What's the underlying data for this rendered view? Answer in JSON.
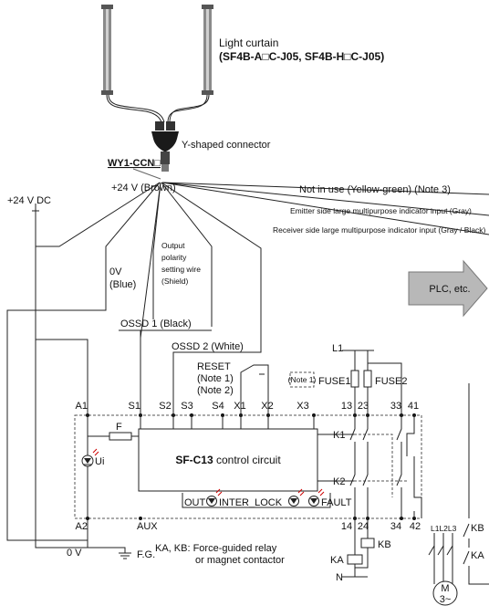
{
  "curtain_label": "Light curtain",
  "curtain_models": "(SF4B-A□C-J05, SF4B-H□C-J05)",
  "y_connector": "Y-shaped connector",
  "cable": "WY1-CCN□",
  "plus24_brown": "+24 V (Brown)",
  "plus24_dc": "+24 V DC",
  "w_yellow": "Not in use (Yellow-green) (Note 3)",
  "w_emitter": "Emitter side large multipurpose indicator input (Gray)",
  "w_receiver": "Receiver side large multipurpose indicator input (Gray / Black)",
  "zero_v": "0V",
  "blue": "(Blue)",
  "polarity": [
    "Output",
    "polarity",
    "setting wire",
    "(Shield)"
  ],
  "plc": "PLC, etc.",
  "ossd1": "OSSD 1 (Black)",
  "ossd2": "OSSD 2 (White)",
  "reset": [
    "RESET",
    "(Note 1)",
    "(Note 2)"
  ],
  "note1": "(Note 1)",
  "fuse1": "FUSE1",
  "fuse2": "FUSE2",
  "l1": "L1",
  "top_terms": [
    "A1",
    "S1",
    "S2",
    "S3",
    "S4",
    "X1",
    "X2",
    "X3",
    "13",
    "23",
    "33",
    "41"
  ],
  "bottom_terms": [
    "A2",
    "AUX",
    "14",
    "24",
    "34",
    "42"
  ],
  "f_label": "F",
  "ui_label": "Ui",
  "ctrl_bold": "SF-C13",
  "ctrl_rest": " control circuit",
  "k1": "K1",
  "k2": "K2",
  "out": "OUT",
  "interlock": "INTER_LOCK",
  "fault": "FAULT",
  "kb": "KB",
  "ka": "KA",
  "motor_lines": "L1L2L3",
  "zero_v_bottom": "0 V",
  "fg": "F.G.",
  "relay_note": [
    "KA, KB: Force-guided relay",
    "or magnet contactor"
  ],
  "n_label": "N",
  "motor": [
    "M",
    "3~"
  ]
}
